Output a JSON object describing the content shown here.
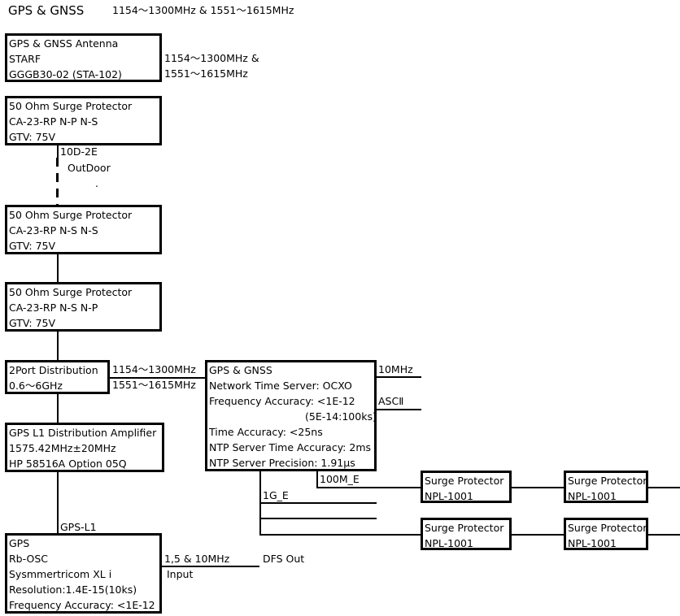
{
  "title": "GPS & GNSS",
  "title_band": "1154〜1300MHz & 1551〜1615MHz",
  "antenna": {
    "lines": [
      "GPS & GNSS Antenna",
      "STARF",
      "GGGB30-02 (STA-102)"
    ],
    "band_label_1": "1154〜1300MHz &",
    "band_label_2": "1551〜1615MHz"
  },
  "surge1": {
    "lines": [
      "50 Ohm Surge Protector",
      "CA-23-RP N-P N-S",
      "GTV: 75V"
    ]
  },
  "cable": {
    "type": "10D-2E",
    "location": "OutDoor",
    "mark": "."
  },
  "surge2": {
    "lines": [
      "50 Ohm Surge Protector",
      "CA-23-RP  N-S N-S",
      "GTV: 75V"
    ]
  },
  "surge3": {
    "lines": [
      "50 Ohm Surge Protector",
      "CA-23-RP  N-S N-P",
      "GTV: 75V"
    ]
  },
  "distribution": {
    "lines": [
      "2Port Distribution",
      "0.6〜6GHz"
    ],
    "out_label_1": "1154〜1300MHz",
    "out_label_2": "1551〜1615MHz"
  },
  "ntp_server": {
    "lines": [
      "GPS & GNSS",
      "Network Time Server: OCXO",
      "Frequency Accuracy: <1E-12",
      "(5E-14:100ks)",
      "Time Accuracy: <25ns",
      "NTP Server Time Accuracy: 2ms",
      "NTP Server Precision: 1.91μs"
    ],
    "out_10mhz": "10MHz",
    "out_asc": "ASCⅡ",
    "port_100m": "100M_E",
    "port_1g": "1G_E"
  },
  "l1_amp": {
    "lines": [
      "GPS L1 Distribution Amplifier",
      "1575.42MHz±20MHz",
      "HP 58516A Option 05Q"
    ]
  },
  "gps_l1_label": "GPS-L1",
  "rb_osc": {
    "lines": [
      "GPS",
      "Rb-OSC",
      "Sysmmertricom XL i",
      "Resolution:1.4E-15(10ks)",
      "Frequency Accuracy: <1E-12"
    ],
    "out_label": "1,5 & 10MHz",
    "out_target": "DFS Out",
    "input_label": "Input"
  },
  "surge_npl": [
    {
      "lines": [
        "Surge Protector",
        "NPL-1001"
      ]
    },
    {
      "lines": [
        "Surge Protector",
        "NPL-1001"
      ]
    },
    {
      "lines": [
        "Surge Protector",
        "NPL-1001"
      ]
    },
    {
      "lines": [
        "Surge Protector",
        "NPL-1001"
      ]
    }
  ]
}
